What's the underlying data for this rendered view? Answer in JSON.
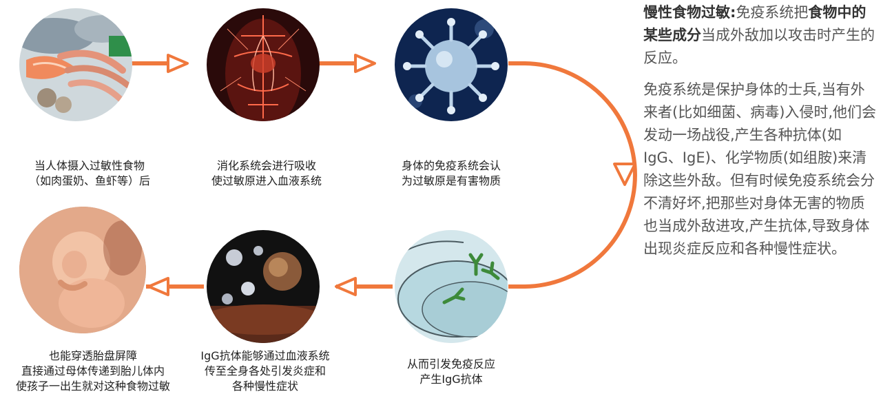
{
  "accent_color": "#f0783c",
  "steps": [
    {
      "image": "seafood-photo",
      "lines": [
        "当人体摄入过敏性食物",
        "（如肉蛋奶、鱼虾等）后"
      ]
    },
    {
      "image": "digestive-system-photo",
      "lines": [
        "消化系统会进行吸收",
        "使过敏原进入血液系统"
      ]
    },
    {
      "image": "virus-photo",
      "lines": [
        "身体的免疫系统会认",
        "为过敏原是有害物质"
      ]
    },
    {
      "image": "antibody-illustration",
      "lines": [
        "从而引发免疫反应",
        "产生IgG抗体"
      ]
    },
    {
      "image": "immune-cells-photo",
      "lines": [
        "IgG抗体能够通过血液系统",
        "传至全身各处引发炎症和",
        "各种慢性症状"
      ]
    },
    {
      "image": "fetus-photo",
      "lines": [
        "也能穿透胎盘屏障",
        "直接通过母体传递到胎儿体内",
        "使孩子一出生就对这种食物过敏"
      ]
    }
  ],
  "side_text": {
    "heading_bold": "慢性食物过敏:",
    "intro_normal": "免疫系统把",
    "intro_bold": "食物中的某些成分",
    "intro_end": "当成外敌加以攻击时产生的反应。",
    "body": "免疫系统是保护身体的士兵,当有外来者(比如细菌、病毒)入侵时,他们会发动一场战役,产生各种抗体(如 IgG、IgE)、化学物质(如组胺)来清除这些外敌。但有时候免疫系统会分不清好坏,把那些对身体无害的物质也当成外敌进攻,产生抗体,导致身体出现炎症反应和各种慢性症状。"
  }
}
